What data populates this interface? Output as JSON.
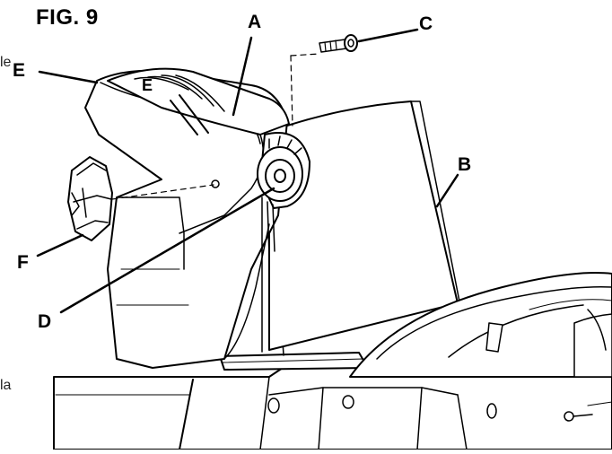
{
  "figure": {
    "title": "FIG. 9"
  },
  "callouts": {
    "a": "A",
    "b": "B",
    "c": "C",
    "d": "D",
    "e_outer": "E",
    "e_inner": "E",
    "f": "F"
  },
  "edge_text": {
    "top_left": "le",
    "bottom_left": "la"
  }
}
